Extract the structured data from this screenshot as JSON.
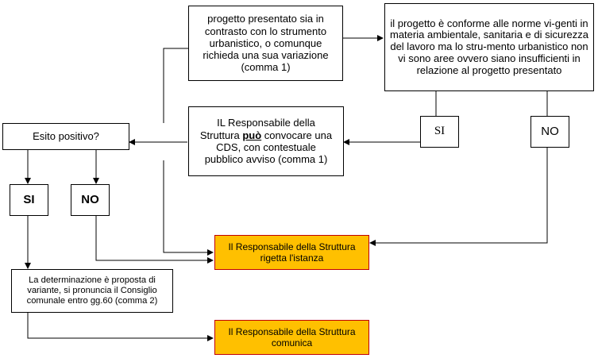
{
  "boxes": {
    "contrasto": "progetto presentato sia in contrasto con lo strumento urbanistico, o comunque richieda una sua variazione (comma 1)",
    "conforme": "il progetto è conforme alle norme vi-genti in materia ambientale, sanitaria e di sicurezza del lavoro ma lo stru-mento urbanistico non vi sono aree ovvero siano insufficienti in relazione al progetto presentato",
    "cds_before": "IL Responsabile della Struttura ",
    "cds_bold": "può",
    "cds_after": " convocare una CDS, con contestuale pubblico avviso (comma 1)",
    "esito": "Esito positivo?",
    "si_left": "SI",
    "no_left": "NO",
    "si_right": "SI",
    "no_right": "NO",
    "rigetta": "Il Responsabile della Struttura rigetta l'istanza",
    "determinazione": "La determinazione è proposta di variante, si pronuncia il Consiglio comunale entro gg.60 (comma 2)",
    "comunica": "Il Responsabile della Struttura comunica"
  },
  "colors": {
    "highlight_fill": "#ffc000",
    "highlight_border": "#c00000",
    "line": "#000000"
  }
}
